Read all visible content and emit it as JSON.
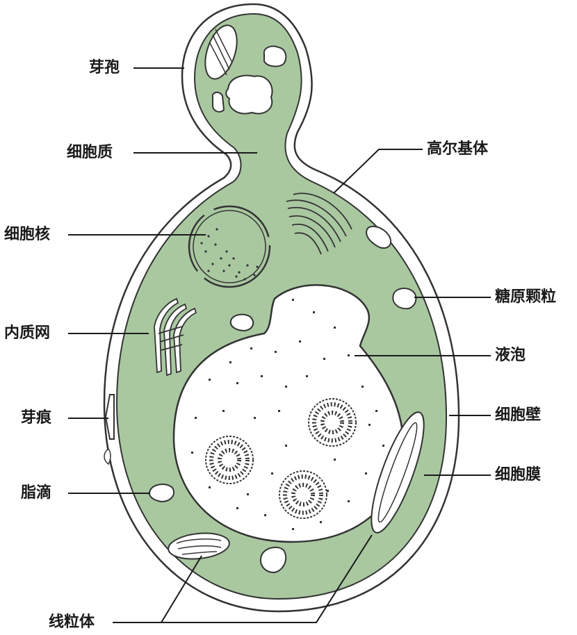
{
  "labels": {
    "bud": "芽孢",
    "cytoplasm": "细胞质",
    "nucleus": "细胞核",
    "er": "内质网",
    "bud_scar": "芽痕",
    "lipid_droplet": "脂滴",
    "mitochondria": "线粒体",
    "golgi": "高尔基体",
    "glycogen": "糖原颗粒",
    "vacuole": "液泡",
    "cell_wall": "细胞壁",
    "cell_membrane": "细胞膜"
  },
  "colors": {
    "cytoplasm_fill": "#a9c8a0",
    "outline": "#333333",
    "vacuole_fill": "#ffffff",
    "background": "#ffffff"
  }
}
